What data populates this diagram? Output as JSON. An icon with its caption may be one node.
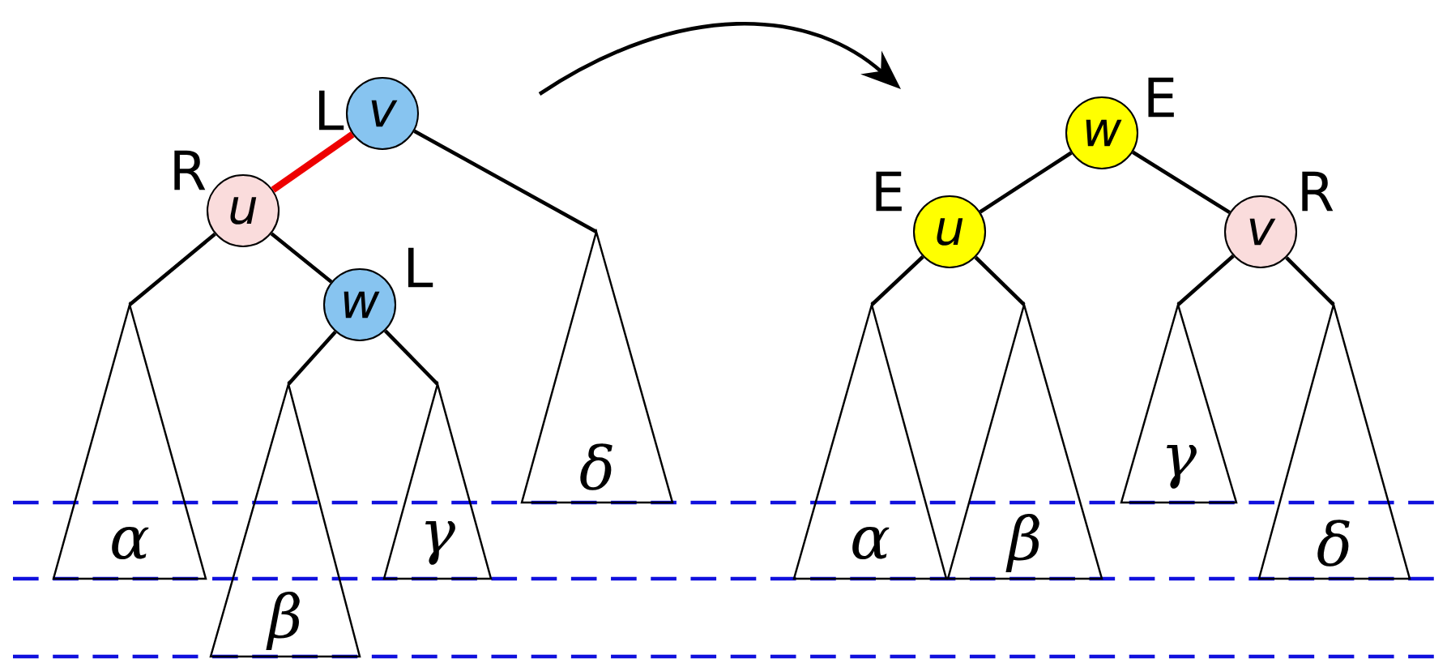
{
  "diagram": {
    "nodes": [
      {
        "text": [
          "v"
        ],
        "beside": [
          "L"
        ]
      },
      {
        "text": [
          "u"
        ],
        "beside": [
          "R"
        ]
      },
      {
        "text": [
          "w"
        ],
        "beside": [
          "L"
        ]
      },
      {
        "text": [
          "α"
        ]
      },
      {
        "text": [
          "β"
        ]
      },
      {
        "text": [
          "γ"
        ]
      },
      {
        "text": [
          "δ"
        ]
      },
      {
        "text": [
          "w"
        ],
        "beside": [
          "E"
        ]
      },
      {
        "text": [
          "u"
        ],
        "beside": [
          "E"
        ]
      },
      {
        "text": [
          "v"
        ],
        "beside": [
          "R"
        ]
      },
      {
        "text": [
          "α"
        ]
      },
      {
        "text": [
          "β"
        ]
      },
      {
        "text": [
          "γ"
        ]
      },
      {
        "text": [
          "δ"
        ]
      }
    ],
    "edges": [
      {
        "from": 0,
        "to": 1,
        "arrow": "none",
        "style": "thick",
        "color": "#ee0000"
      },
      {
        "from": 0,
        "to": 6,
        "arrow": "none"
      },
      {
        "from": 1,
        "to": 3,
        "arrow": "none"
      },
      {
        "from": 1,
        "to": 2,
        "arrow": "none"
      },
      {
        "from": 2,
        "to": 4,
        "arrow": "none"
      },
      {
        "from": 2,
        "to": 5,
        "arrow": "none"
      },
      {
        "from": 7,
        "to": 8,
        "arrow": "none"
      },
      {
        "from": 7,
        "to": 9,
        "arrow": "none"
      },
      {
        "from": 8,
        "to": 10,
        "arrow": "none"
      },
      {
        "from": 8,
        "to": 11,
        "arrow": "none"
      },
      {
        "from": 9,
        "to": 12,
        "arrow": "none"
      },
      {
        "from": 9,
        "to": 13,
        "arrow": "none"
      }
    ]
  }
}
